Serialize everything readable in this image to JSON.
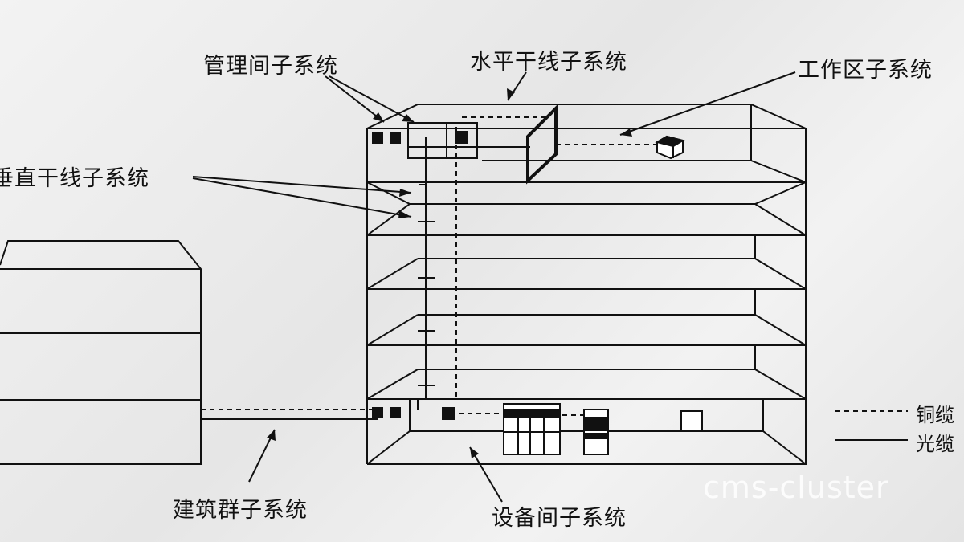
{
  "labels": {
    "management": "管理间子系统",
    "horizontal": "水平干线子系统",
    "work_area": "工作区子系统",
    "vertical": "垂直干线子系统",
    "campus": "建筑群子系统",
    "equipment": "设备间子系统"
  },
  "legend": {
    "copper": "铜缆",
    "fiber": "光缆"
  },
  "watermark": "cms-cluster"
}
